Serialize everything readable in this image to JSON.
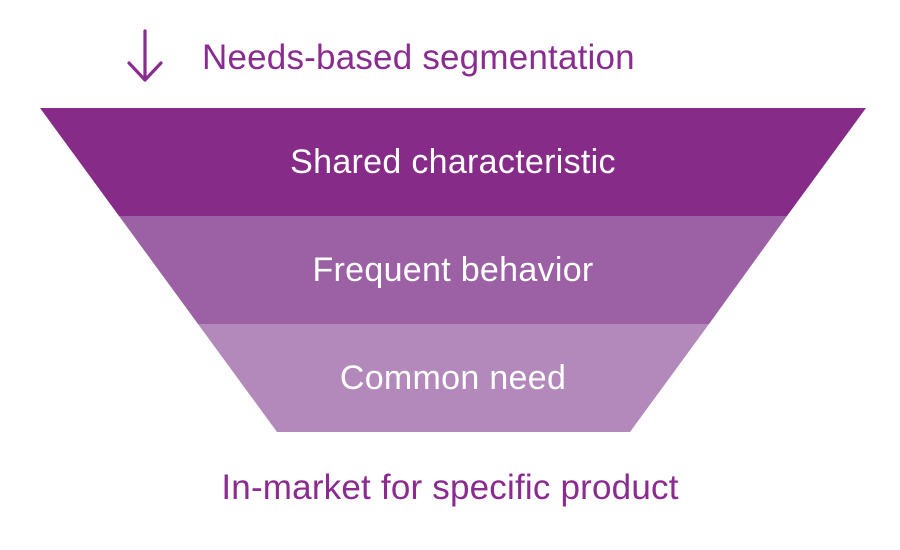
{
  "header": {
    "title": "Needs-based segmentation",
    "arrow_icon": "down-arrow"
  },
  "funnel": {
    "type": "funnel",
    "layers": [
      {
        "label": "Shared characteristic",
        "color": "#862b88"
      },
      {
        "label": "Frequent behavior",
        "color": "#9c60a5"
      },
      {
        "label": "Common need",
        "color": "#b289ba"
      }
    ]
  },
  "footer": {
    "caption": "In-market for specific product"
  },
  "colors": {
    "accent_text": "#8a2b90",
    "layer_label_text": "#ffffff",
    "background": "#ffffff"
  }
}
